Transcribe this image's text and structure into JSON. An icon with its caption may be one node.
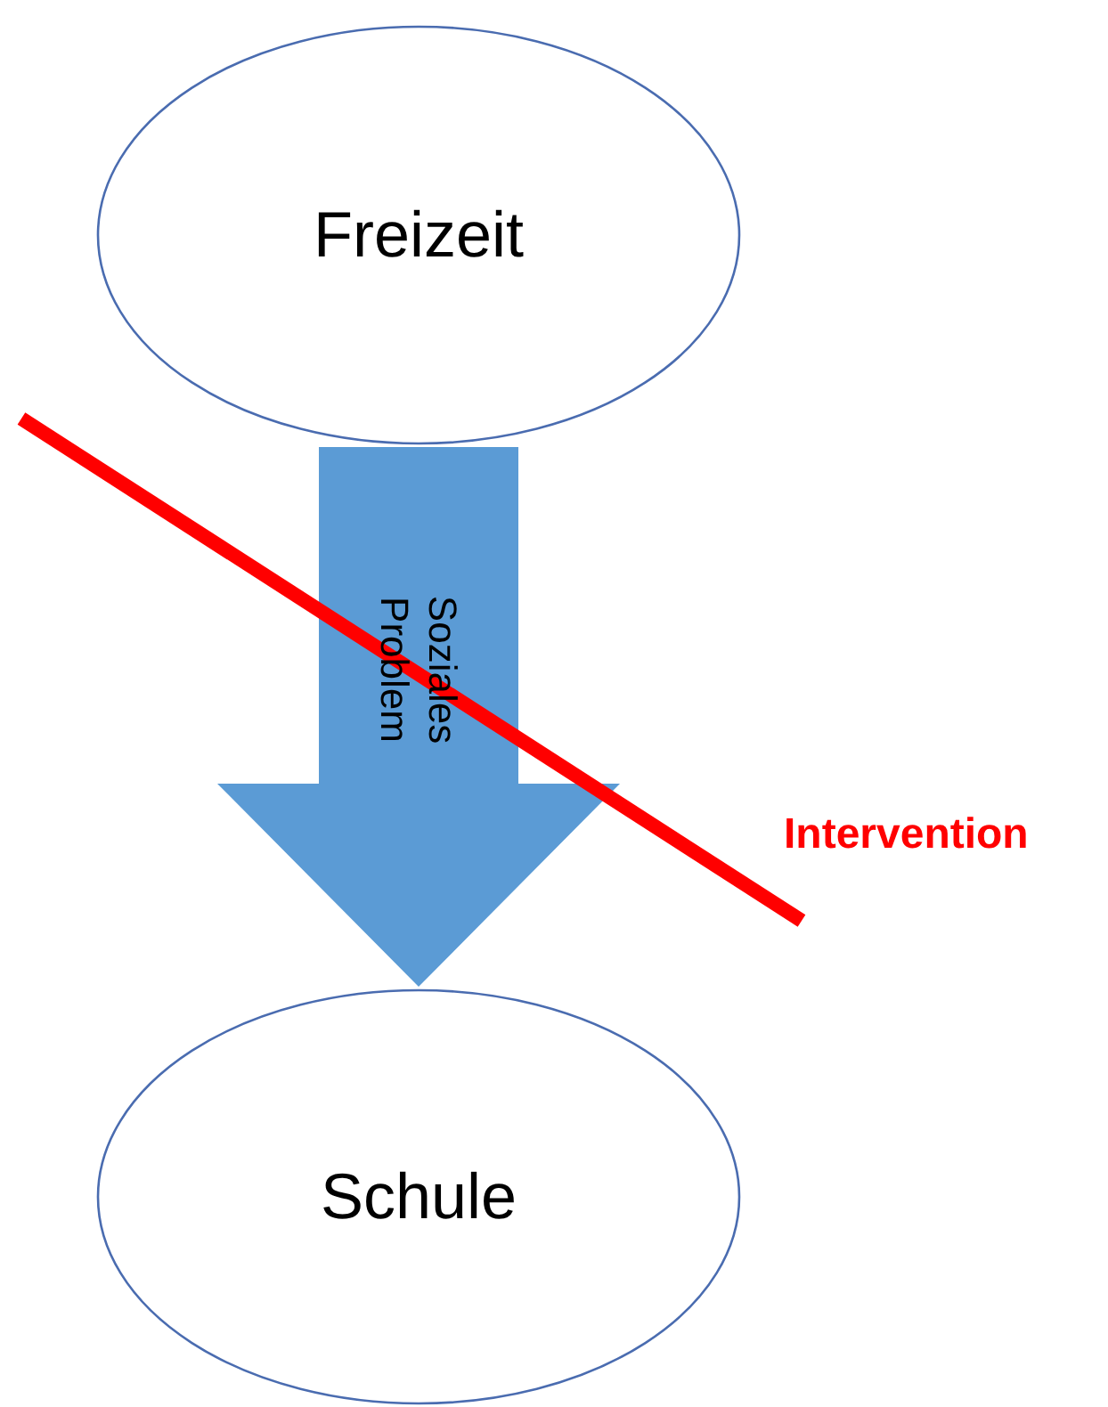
{
  "diagram": {
    "nodes": [
      {
        "text": [
          "Freizeit"
        ]
      },
      {
        "text": [
          "Schule"
        ]
      }
    ],
    "edges": [
      {
        "from": 0,
        "to": 1,
        "arrow": "to",
        "label": "Soziales Problem",
        "style": "thick",
        "color": "#5b9bd5"
      }
    ],
    "labels": [
      "Intervention"
    ]
  }
}
